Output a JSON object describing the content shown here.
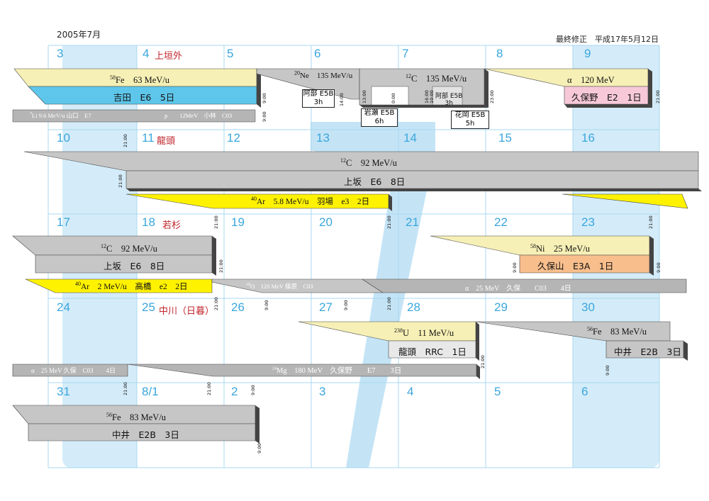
{
  "header": {
    "month": "2005年7月",
    "revision": "最終修正　平成17年5月12日"
  },
  "calendar": {
    "days": [
      "3",
      "4",
      "5",
      "6",
      "7",
      "8",
      "9",
      "10",
      "11",
      "12",
      "13",
      "14",
      "15",
      "16",
      "17",
      "18",
      "19",
      "20",
      "21",
      "22",
      "23",
      "24",
      "25",
      "26",
      "27",
      "28",
      "29",
      "30",
      "31",
      "8/1",
      "2",
      "3",
      "4",
      "5",
      "6"
    ],
    "holidays": {
      "h4": "上垣外",
      "h11": "龍頭",
      "h18": "若杉",
      "h25": "中川（日暮）"
    }
  },
  "colors": {
    "gray": "#c6c6c6",
    "cream": "#f7f0b6",
    "cyan": "#5ec6ea",
    "pink": "#f7c9d8",
    "yellow": "#fff200",
    "orange": "#f8be8c",
    "grid": "#a9d8f0",
    "day_accent": "#3aa6dd",
    "holiday": "#c0262d"
  },
  "beams": {
    "fe58_w1": {
      "ion": "Fe",
      "mass": "58",
      "energy": "63 MeV/u",
      "user": "吉田　E6　5日"
    },
    "ne20_w1": {
      "ion": "Ne",
      "mass": "20",
      "energy": "135 MeV/u"
    },
    "c12_w1": {
      "ion": "C",
      "mass": "12",
      "energy": "135 MeV/u"
    },
    "alpha_w1": {
      "ion": "α",
      "energy": "120 MeV",
      "user": "久保野　E2　1日"
    },
    "li_w1": {
      "mass": "7",
      "ion": "Li",
      "text": "9.6 MeV/u 山口　E7"
    },
    "p_w1": {
      "text": "p　　12MeV　小林　C03"
    },
    "c12_w2": {
      "ion": "C",
      "mass": "12",
      "energy": "92 MeV/u",
      "user": "上坂　E6　8日"
    },
    "ar40_w2": {
      "ion": "Ar",
      "mass": "40",
      "energy": "5.8 MeV/u　羽場　e3　2日"
    },
    "c12_w3": {
      "ion": "C",
      "mass": "12",
      "energy": "92 MeV/u",
      "user": "上坂　E6　8日"
    },
    "ni58_w3": {
      "ion": "Ni",
      "mass": "58",
      "energy": "25 MeV/u",
      "user": "久保山　E3A　1日"
    },
    "ar40_w3": {
      "ion": "Ar",
      "mass": "40",
      "energy": "2 MeV/u　高橋　e2　2日"
    },
    "o18_w3": {
      "ion": "O",
      "mass": "18",
      "energy": "120 MeV 篠原　C03"
    },
    "alpha_w3": {
      "text": "α　25 MeV　久保　　C03　　4日"
    },
    "u238_w4": {
      "ion": "U",
      "mass": "238",
      "energy": "11 MeV/u",
      "user": "龍頭　RRC　1日"
    },
    "fe56_w4": {
      "ion": "Fe",
      "mass": "56",
      "energy": "83 MeV/u",
      "user": "中井　E2B　3日"
    },
    "alpha_w4": {
      "text": "α　25 MeV 久保　C03　　4日"
    },
    "mg24_w4": {
      "ion": "Mg",
      "mass": "24",
      "energy": "180 MeV　久保野　　E7　　3日"
    },
    "fe56_w5": {
      "ion": "Fe",
      "mass": "56",
      "energy": "83 MeV/u",
      "user": "中井　E2B　3日"
    }
  },
  "boxes": {
    "abe": {
      "line1": "阿部 E5B",
      "line2": "3h"
    },
    "iwase": {
      "line1": "岩瀬 E5B",
      "line2": "6h"
    },
    "abe2": {
      "line1": "阿部 E5B",
      "line2": "3h"
    },
    "hanaoka": {
      "line1": "花岡 E5B",
      "line2": "5h"
    }
  },
  "times": {
    "t900": "9:00",
    "t1300": "13:00",
    "t1400": "14:00",
    "t000": "0:00",
    "t1600": "16:00",
    "t1000": "10:00",
    "t2300": "23:00",
    "t2100": "21:00"
  }
}
